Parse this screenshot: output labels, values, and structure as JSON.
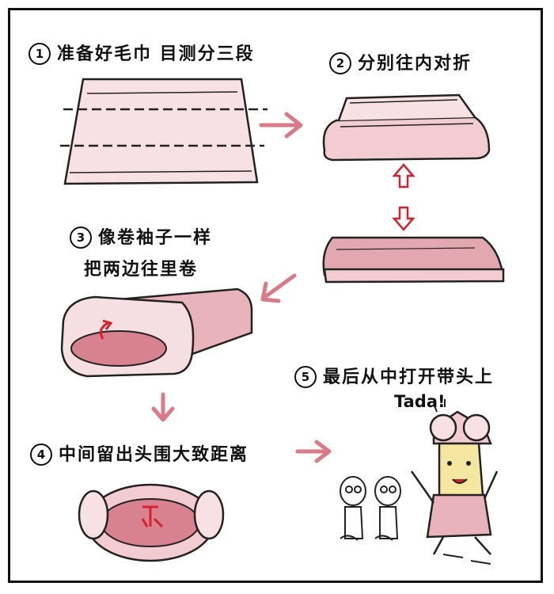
{
  "steps": [
    {
      "number": "1",
      "text": "准备好毛巾 目测分三段"
    },
    {
      "number": "2",
      "text": "分别往内对折"
    },
    {
      "number": "3",
      "text": "像卷袖子一样",
      "text2": "把两边往里卷"
    },
    {
      "number": "4",
      "text": "中间留出头围大致距离"
    },
    {
      "number": "5",
      "text": "最后从中打开带头上"
    }
  ],
  "exclamation": "Tada!",
  "colors": {
    "towel_light": "#f6dfe2",
    "towel_mid": "#efc4ca",
    "towel_dark": "#d9828f",
    "arrow": "#d97a86",
    "red": "#d8202a",
    "outline": "#222222"
  }
}
